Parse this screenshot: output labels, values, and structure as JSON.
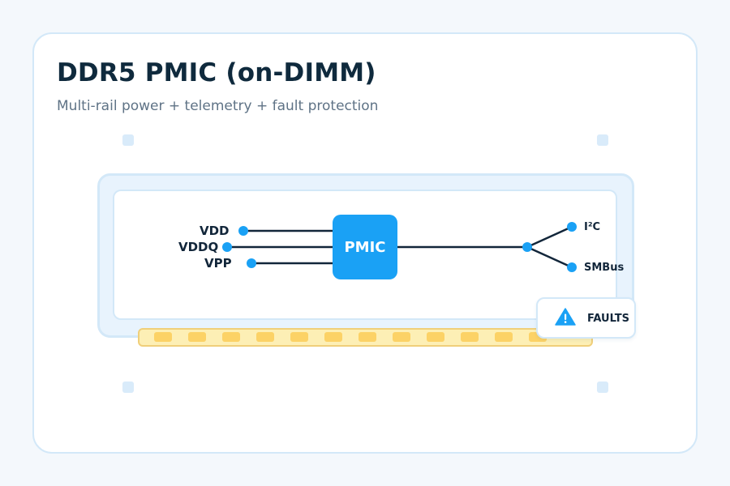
{
  "diagram": {
    "title": "DDR5 PMIC (on-DIMM)",
    "subtitle": "Multi-rail power + telemetry + fault protection",
    "rails": [
      {
        "label": "VDD"
      },
      {
        "label": "VDDQ"
      },
      {
        "label": "VPP"
      }
    ],
    "chip_label": "PMIC",
    "buses": [
      {
        "label": "I²C"
      },
      {
        "label": "SMBus"
      }
    ],
    "fault_label": "FAULTS",
    "icons": {
      "fault": "warning-triangle-icon"
    },
    "colors": {
      "accent": "#1aa1f5",
      "wire": "#12263a",
      "board": "#e8f3fd",
      "edge_connector": "#fdefb5",
      "pin": "#fcd266"
    }
  }
}
